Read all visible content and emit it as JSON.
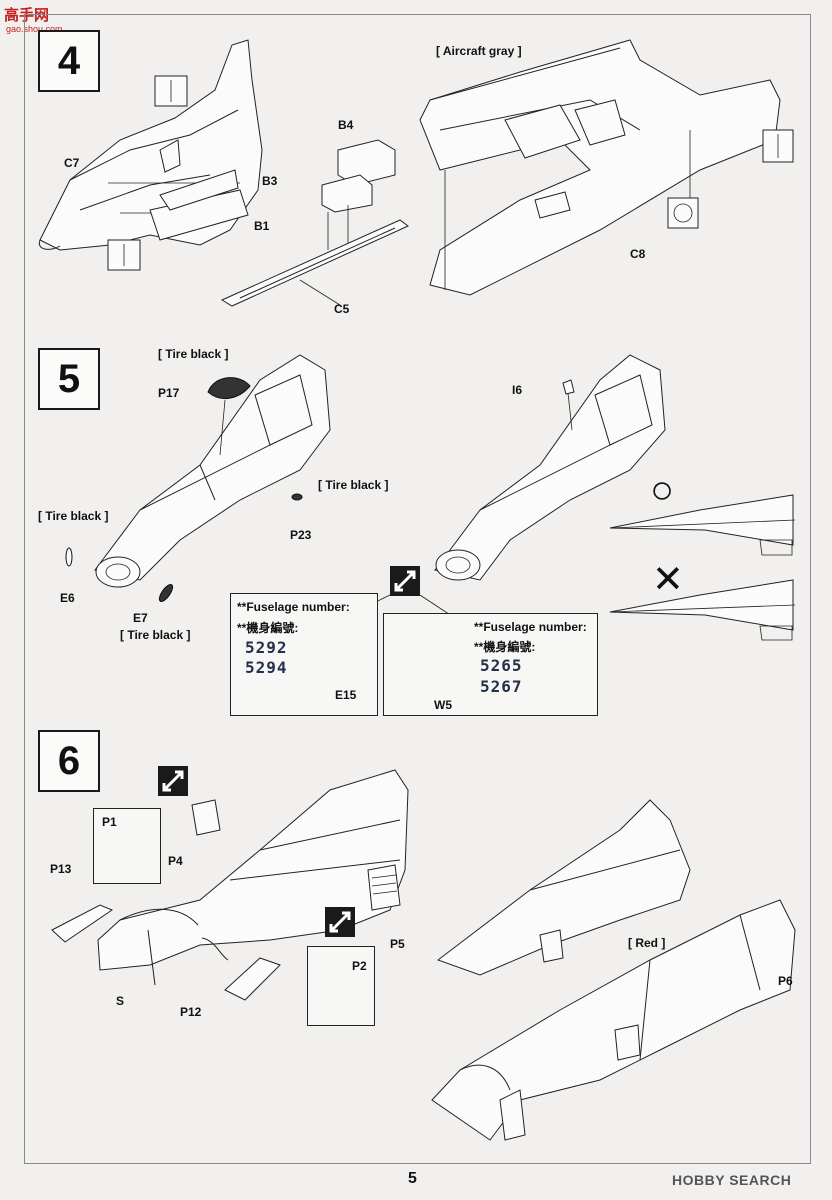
{
  "watermark": {
    "top": "高手网",
    "url": "gao.shou.com",
    "bottom": "HOBBY SEARCH"
  },
  "page_number": "5",
  "steps": {
    "step4": {
      "number": "4",
      "labels": {
        "c7": "C7",
        "b3": "B3",
        "b1": "B1",
        "b4": "B4",
        "c5": "C5",
        "c8": "C8",
        "aircraft_gray": "[ Aircraft gray ]"
      }
    },
    "step5": {
      "number": "5",
      "labels": {
        "tire_black_1": "[ Tire black ]",
        "p17": "P17",
        "tire_black_2": "[ Tire black ]",
        "p23": "P23",
        "tire_black_3": "[ Tire black ]",
        "e6": "E6",
        "e7": "E7",
        "tire_black_4": "[ Tire black ]",
        "i6": "I6",
        "e15": "E15",
        "w5": "W5"
      },
      "fuselage_left": {
        "title": "**Fuselage number:",
        "title_cn": "**機身編號:",
        "numbers": [
          "5292",
          "5294"
        ]
      },
      "fuselage_right": {
        "title": "**Fuselage number:",
        "title_cn": "**機身編號:",
        "numbers": [
          "5265",
          "5267"
        ]
      },
      "correct_symbol": "○",
      "wrong_symbol": "✕"
    },
    "step6": {
      "number": "6",
      "labels": {
        "p1": "P1",
        "p4": "P4",
        "p13": "P13",
        "s": "S",
        "p12": "P12",
        "p2": "P2",
        "p5": "P5",
        "red": "[ Red ]",
        "p6": "P6"
      }
    }
  }
}
